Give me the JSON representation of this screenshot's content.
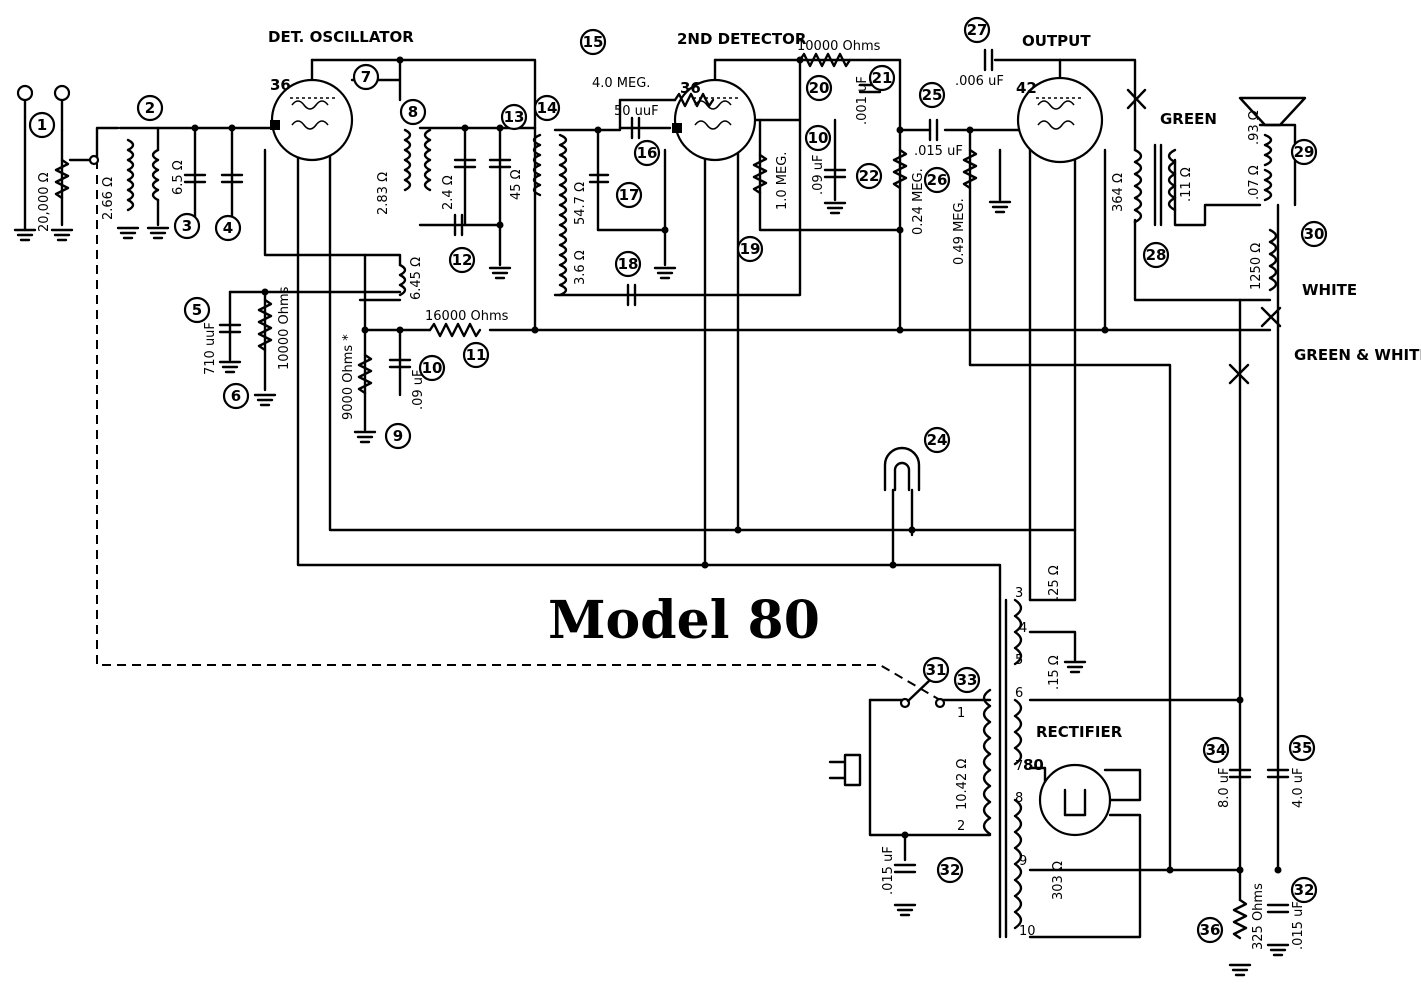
{
  "title": "Model 80",
  "headers": {
    "det_oscillator": "DET. OSCILLATOR",
    "second_detector": "2ND DETECTOR",
    "output": "OUTPUT",
    "rectifier": "RECTIFIER"
  },
  "tubes": {
    "t36a": "36",
    "t36b": "36",
    "t42": "42",
    "t80": "80"
  },
  "values": {
    "r20000": "20,000 Ω",
    "l266": "2.66 Ω",
    "l65": "6.5 Ω",
    "l283": "2.83 Ω",
    "l24": "2.4 Ω",
    "l45": "45 Ω",
    "l645": "6.45 Ω",
    "c710": "710 uuF",
    "r10000a": "10000 Ohms",
    "r9000": "9000 Ohms *",
    "c09a": ".09 uF",
    "r16000": "16000 Ohms",
    "r4meg": "4.0 MEG.",
    "c50": "50 uuF",
    "l547": "54.7 Ω",
    "l36": "3.6 Ω",
    "r10000b": "10000 Ohms",
    "c001": ".001 uF",
    "c09b": ".09 uF",
    "r1meg": "1.0 MEG.",
    "r024": "0.24 MEG.",
    "c015a": ".015 uF",
    "r049": "0.49 MEG.",
    "c006": ".006 uF",
    "l364": "364 Ω",
    "l11": ".11 Ω",
    "l07": ".07 Ω",
    "l93": ".93 Ω",
    "l1250": "1250 Ω",
    "l25": ".25 Ω",
    "l15": ".15 Ω",
    "l1042": "10.42 Ω",
    "l303": "303 Ω",
    "c015b": ".015 uF",
    "c8": "8.0 uF",
    "c4": "4.0 uF",
    "r325": "325 Ohms",
    "c015c": ".015 uF"
  },
  "wire_labels": {
    "green": "GREEN",
    "white": "WHITE",
    "green_white": "GREEN & WHITE"
  },
  "terminals": [
    "1",
    "2",
    "3",
    "4",
    "5",
    "6",
    "7",
    "8",
    "9",
    "10"
  ],
  "callouts": [
    "1",
    "2",
    "3",
    "4",
    "5",
    "6",
    "7",
    "8",
    "9",
    "10",
    "11",
    "12",
    "13",
    "14",
    "15",
    "16",
    "17",
    "18",
    "19",
    "20",
    "21",
    "22",
    "24",
    "25",
    "26",
    "27",
    "28",
    "29",
    "30",
    "31",
    "32",
    "33",
    "34",
    "35",
    "36",
    "32",
    "10"
  ]
}
